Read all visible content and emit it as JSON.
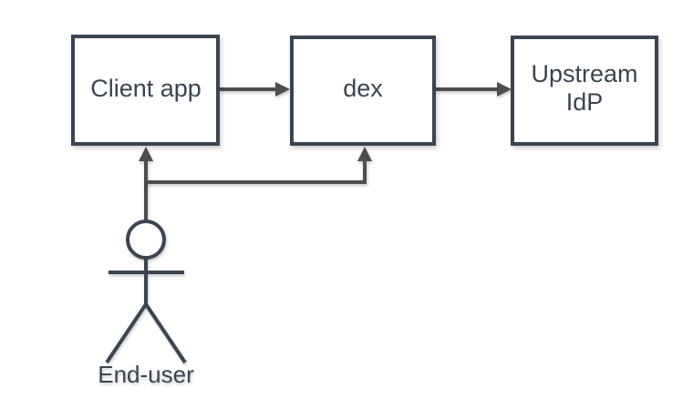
{
  "diagram": {
    "type": "flow-diagram",
    "colors": {
      "background": "#ffffff",
      "node_stroke": "#3a4551",
      "node_fill": "#ffffff",
      "text": "#3a4551",
      "connector": "#4d4d4d"
    },
    "nodes": [
      {
        "id": "client-app",
        "label": "Client app"
      },
      {
        "id": "dex",
        "label": "dex"
      },
      {
        "id": "upstream-idp",
        "label_lines": [
          "Upstream",
          "IdP"
        ]
      }
    ],
    "actor": {
      "id": "end-user",
      "label": "End-user"
    },
    "edges": [
      {
        "from": "client-app",
        "to": "dex",
        "direction": "right"
      },
      {
        "from": "dex",
        "to": "upstream-idp",
        "direction": "right"
      },
      {
        "from": "end-user",
        "to": "client-app",
        "direction": "up"
      },
      {
        "from": "end-user",
        "to": "dex",
        "direction": "up"
      }
    ]
  }
}
